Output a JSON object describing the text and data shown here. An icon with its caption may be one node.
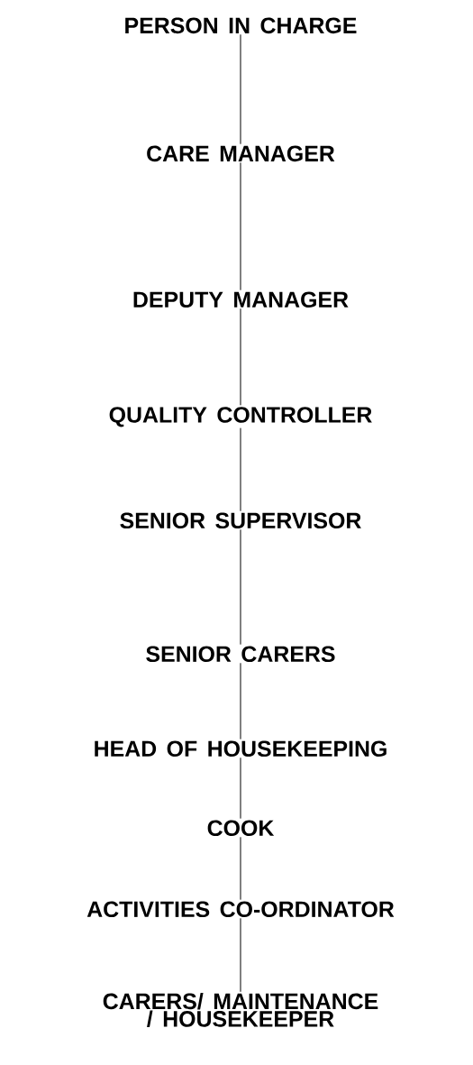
{
  "diagram": {
    "nodes": [
      {
        "text": [
          "PERSON IN CHARGE"
        ]
      },
      {
        "text": [
          "CARE MANAGER"
        ]
      },
      {
        "text": [
          "DEPUTY MANAGER"
        ]
      },
      {
        "text": [
          "QUALITY CONTROLLER"
        ]
      },
      {
        "text": [
          "SENIOR SUPERVISOR"
        ]
      },
      {
        "text": [
          "SENIOR CARERS"
        ]
      },
      {
        "text": [
          "HEAD OF HOUSEKEEPING"
        ]
      },
      {
        "text": [
          "COOK"
        ]
      },
      {
        "text": [
          "ACTIVITIES CO-ORDINATOR"
        ]
      },
      {
        "text": [
          "CARERS/ MAINTENANCE / HOUSEKEEPER"
        ]
      }
    ],
    "edges": [
      {
        "from": 0,
        "to": 1,
        "arrow": "none"
      },
      {
        "from": 1,
        "to": 2,
        "arrow": "none"
      },
      {
        "from": 2,
        "to": 3,
        "arrow": "none"
      },
      {
        "from": 3,
        "to": 4,
        "arrow": "none"
      },
      {
        "from": 4,
        "to": 5,
        "arrow": "none"
      },
      {
        "from": 5,
        "to": 6,
        "arrow": "none"
      },
      {
        "from": 6,
        "to": 7,
        "arrow": "none"
      },
      {
        "from": 7,
        "to": 8,
        "arrow": "none"
      },
      {
        "from": 8,
        "to": 9,
        "arrow": "none"
      }
    ]
  }
}
